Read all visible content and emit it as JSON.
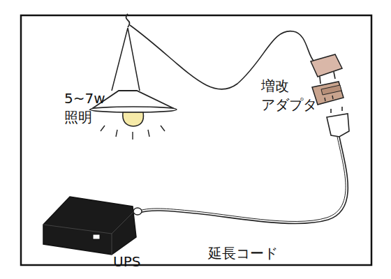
{
  "diagram": {
    "labels": [
      "5~7w 照明",
      "増改 アダプタ",
      "UPS",
      "延長コード"
    ]
  }
}
